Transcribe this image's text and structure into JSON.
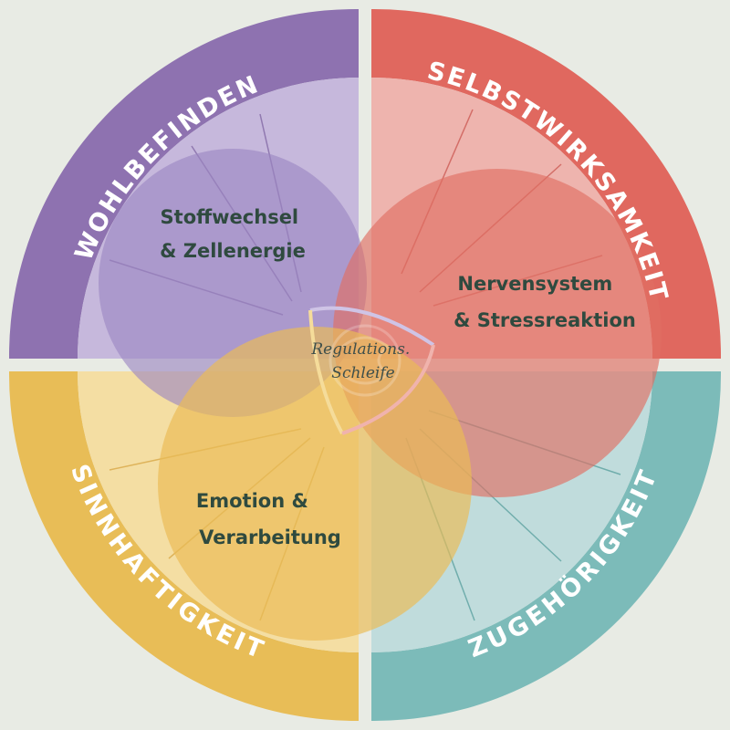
{
  "quadrants": [
    {
      "id": "wohlbefinden",
      "label": "WOHLBEFINDEN",
      "outer_color": "#8e72b0",
      "inner_color": "#c6b8dc"
    },
    {
      "id": "selbstwirksamkeit",
      "label": "SELBSTWIRKSAMKEIT",
      "outer_color": "#e0685f",
      "inner_color": "#eeb4ae"
    },
    {
      "id": "zugehoerigkeit",
      "label": "ZUGEHÖRIGKEIT",
      "outer_color": "#7cbbb9",
      "inner_color": "#c0dcdc"
    },
    {
      "id": "sinnhaftigkeit",
      "label": "SINNHAFTIGKEIT",
      "outer_color": "#e8bd57",
      "inner_color": "#f4dea3"
    }
  ],
  "circles": [
    {
      "id": "stoffwechsel",
      "lines": [
        "Stoffwechsel",
        "& Zellenergie"
      ],
      "color": "#9b86c2"
    },
    {
      "id": "nervensystem",
      "lines": [
        "Nervensystem",
        "& Stressreaktion"
      ],
      "color": "#e06e63"
    },
    {
      "id": "emotion",
      "lines": [
        "Emotion &",
        "Verarbeitung"
      ],
      "color": "#ebbb55"
    }
  ],
  "center": {
    "lines": [
      "Regulations.",
      "Schleife"
    ]
  }
}
